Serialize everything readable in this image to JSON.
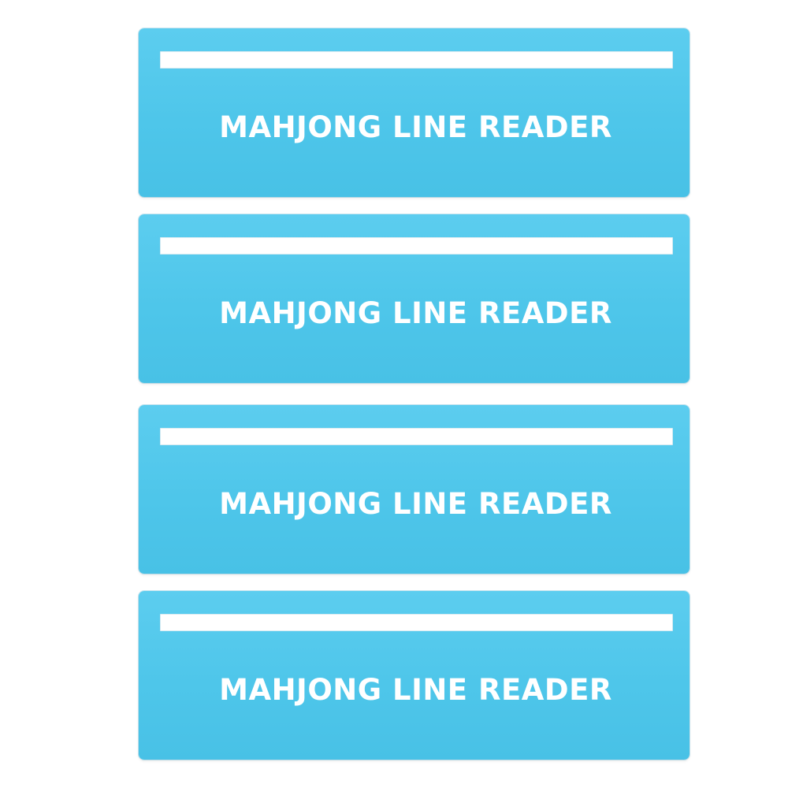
{
  "product": {
    "cards": [
      {
        "label": "MAHJONG LINE READER"
      },
      {
        "label": "MAHJONG LINE READER"
      },
      {
        "label": "MAHJONG LINE READER"
      },
      {
        "label": "MAHJONG LINE READER"
      }
    ]
  },
  "colors": {
    "card": "#4ec6ea",
    "slot": "#ffffff",
    "text": "#ffffff",
    "background": "#ffffff"
  }
}
